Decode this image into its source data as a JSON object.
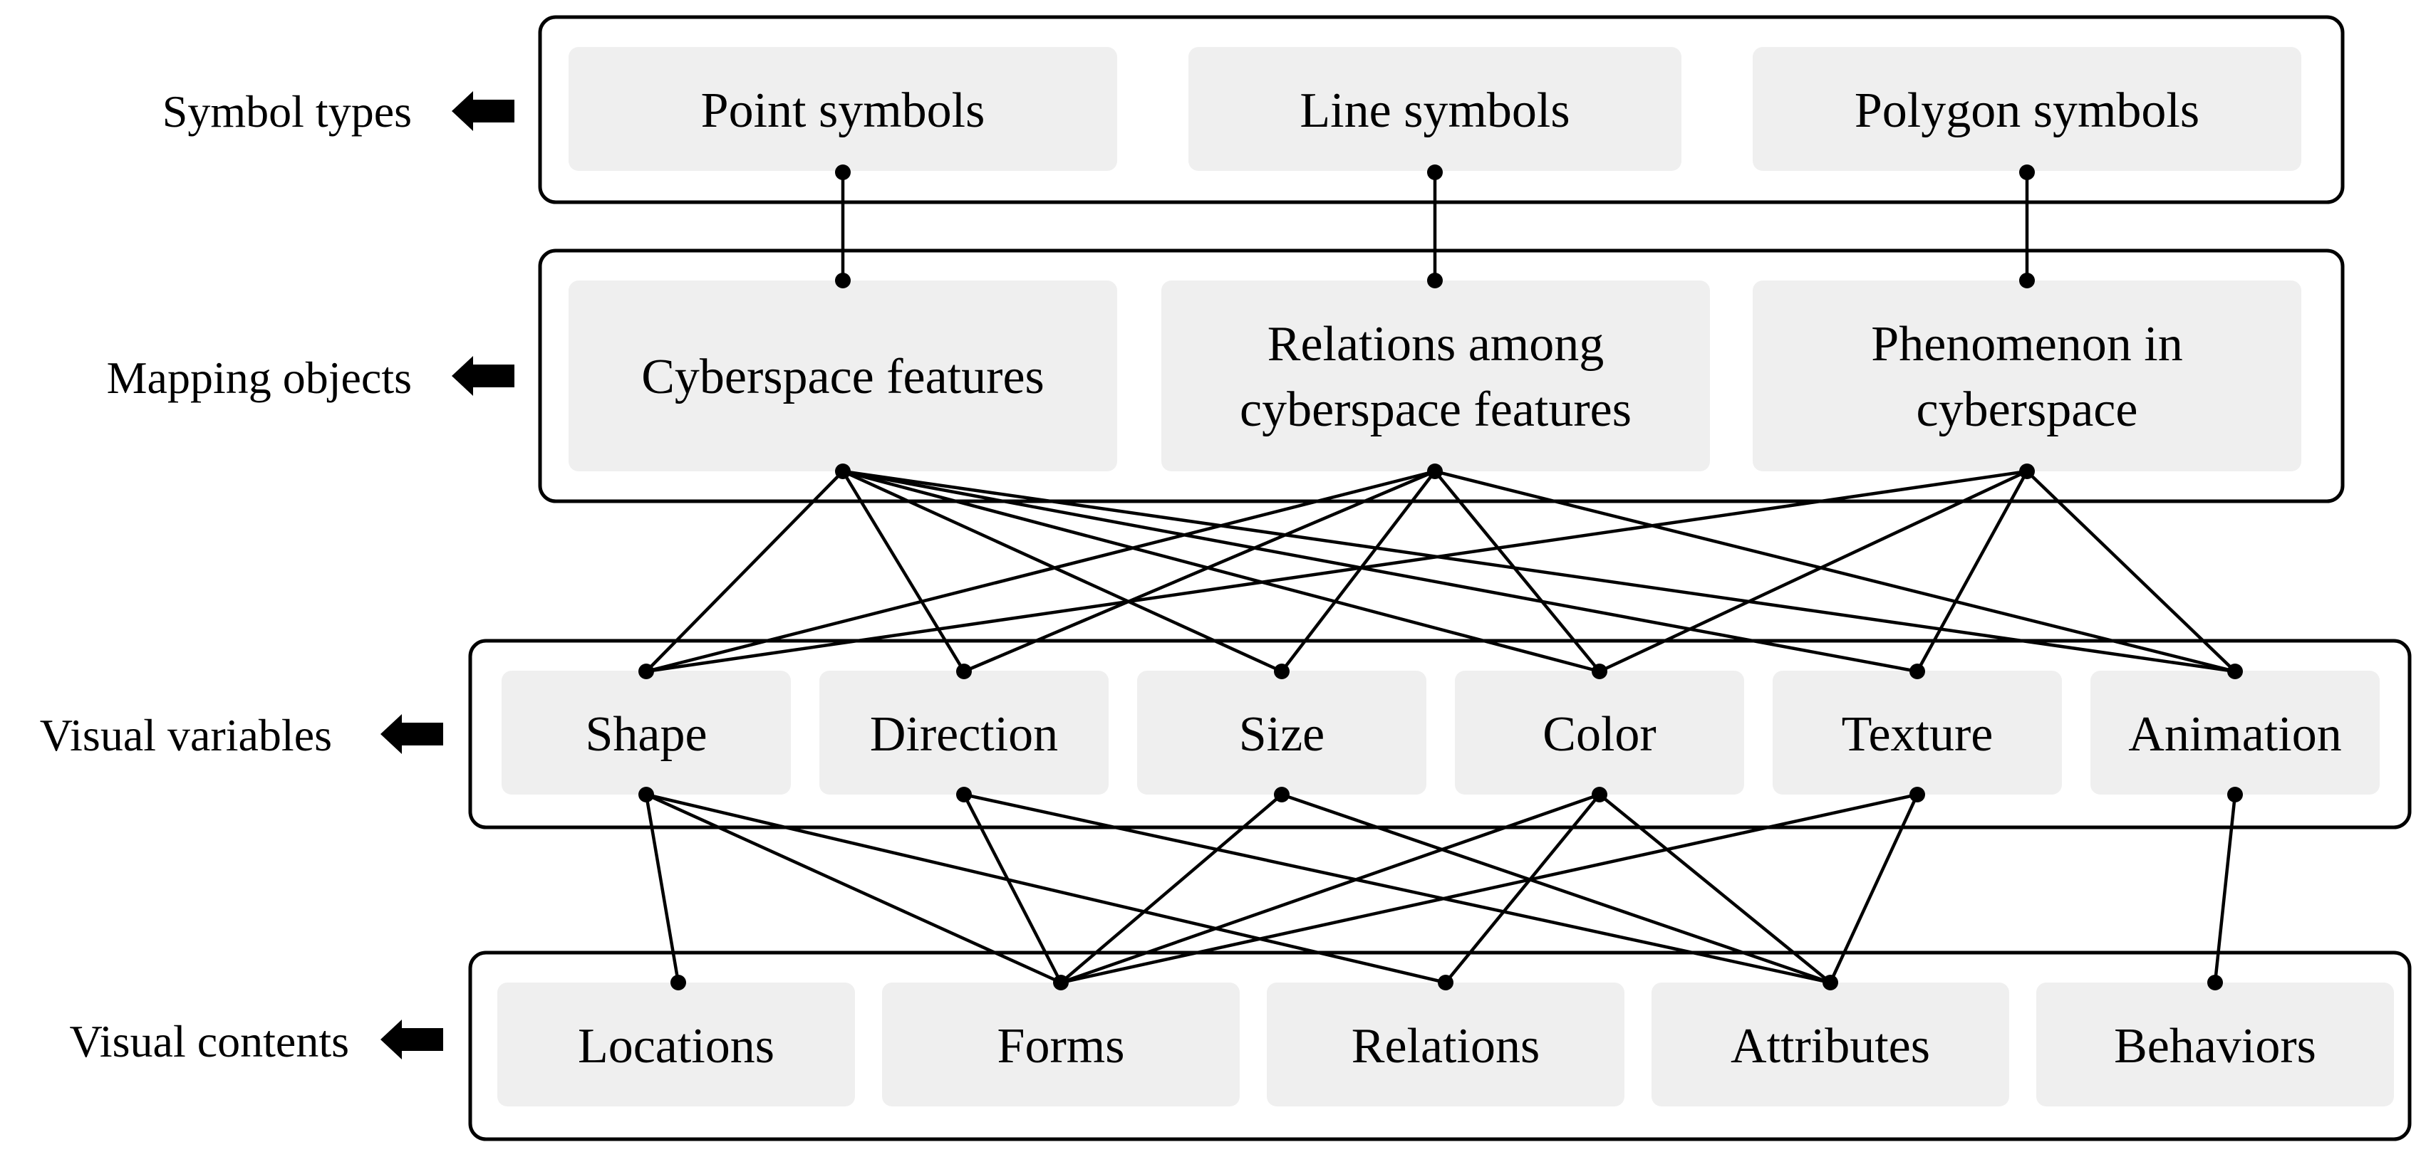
{
  "levels": [
    {
      "label": "Symbol types",
      "nodes": [
        "Point symbols",
        "Line symbols",
        "Polygon symbols"
      ]
    },
    {
      "label": "Mapping objects",
      "nodes": [
        [
          "Cyberspace features"
        ],
        [
          "Relations among",
          "cyberspace features"
        ],
        [
          "Phenomenon in",
          "cyberspace"
        ]
      ]
    },
    {
      "label": "Visual variables",
      "nodes": [
        "Shape",
        "Direction",
        "Size",
        "Color",
        "Texture",
        "Animation"
      ]
    },
    {
      "label": "Visual contents",
      "nodes": [
        "Locations",
        "Forms",
        "Relations",
        "Attributes",
        "Behaviors"
      ]
    }
  ],
  "connections": {
    "symbol_types_to_mapping_objects": [
      [
        0,
        0
      ],
      [
        1,
        1
      ],
      [
        2,
        2
      ]
    ],
    "mapping_objects_to_visual_variables": [
      [
        0,
        0
      ],
      [
        0,
        1
      ],
      [
        0,
        2
      ],
      [
        0,
        3
      ],
      [
        0,
        4
      ],
      [
        0,
        5
      ],
      [
        1,
        0
      ],
      [
        1,
        1
      ],
      [
        1,
        2
      ],
      [
        1,
        3
      ],
      [
        1,
        5
      ],
      [
        2,
        0
      ],
      [
        2,
        3
      ],
      [
        2,
        4
      ],
      [
        2,
        5
      ]
    ],
    "visual_variables_to_visual_contents": [
      [
        0,
        0
      ],
      [
        0,
        1
      ],
      [
        0,
        2
      ],
      [
        1,
        1
      ],
      [
        1,
        3
      ],
      [
        2,
        1
      ],
      [
        2,
        3
      ],
      [
        3,
        1
      ],
      [
        3,
        2
      ],
      [
        3,
        3
      ],
      [
        4,
        1
      ],
      [
        4,
        3
      ],
      [
        5,
        4
      ]
    ]
  },
  "colors": {
    "node_fill": "#efefef",
    "frame_stroke": "#000000",
    "line": "#000000"
  }
}
